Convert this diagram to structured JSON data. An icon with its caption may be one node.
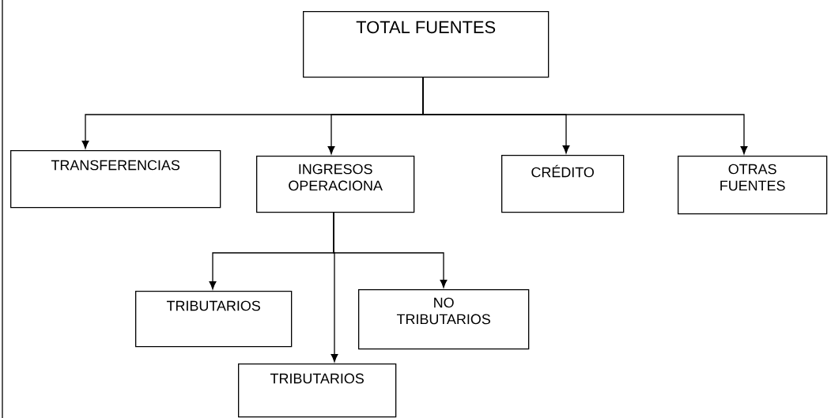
{
  "diagram": {
    "nodes": [
      {
        "text": [
          "TOTAL FUENTES"
        ]
      },
      {
        "text": [
          "TRANSFERENCIAS"
        ]
      },
      {
        "text": [
          "INGRESOS OPERACIONA"
        ]
      },
      {
        "text": [
          "CRÉDITO"
        ]
      },
      {
        "text": [
          "OTRAS FUENTES"
        ]
      },
      {
        "text": [
          "TRIBUTARIOS"
        ]
      },
      {
        "text": [
          "NO TRIBUTARIOS"
        ]
      },
      {
        "text": [
          "TRIBUTARIOS"
        ]
      }
    ],
    "edges": [
      {
        "from": 0,
        "to": 1,
        "arrow": "to"
      },
      {
        "from": 0,
        "to": 2,
        "arrow": "to"
      },
      {
        "from": 0,
        "to": 3,
        "arrow": "to"
      },
      {
        "from": 0,
        "to": 4,
        "arrow": "to"
      },
      {
        "from": 2,
        "to": 5,
        "arrow": "to"
      },
      {
        "from": 2,
        "to": 7,
        "arrow": "to"
      },
      {
        "from": 2,
        "to": 6,
        "arrow": "to"
      }
    ]
  }
}
